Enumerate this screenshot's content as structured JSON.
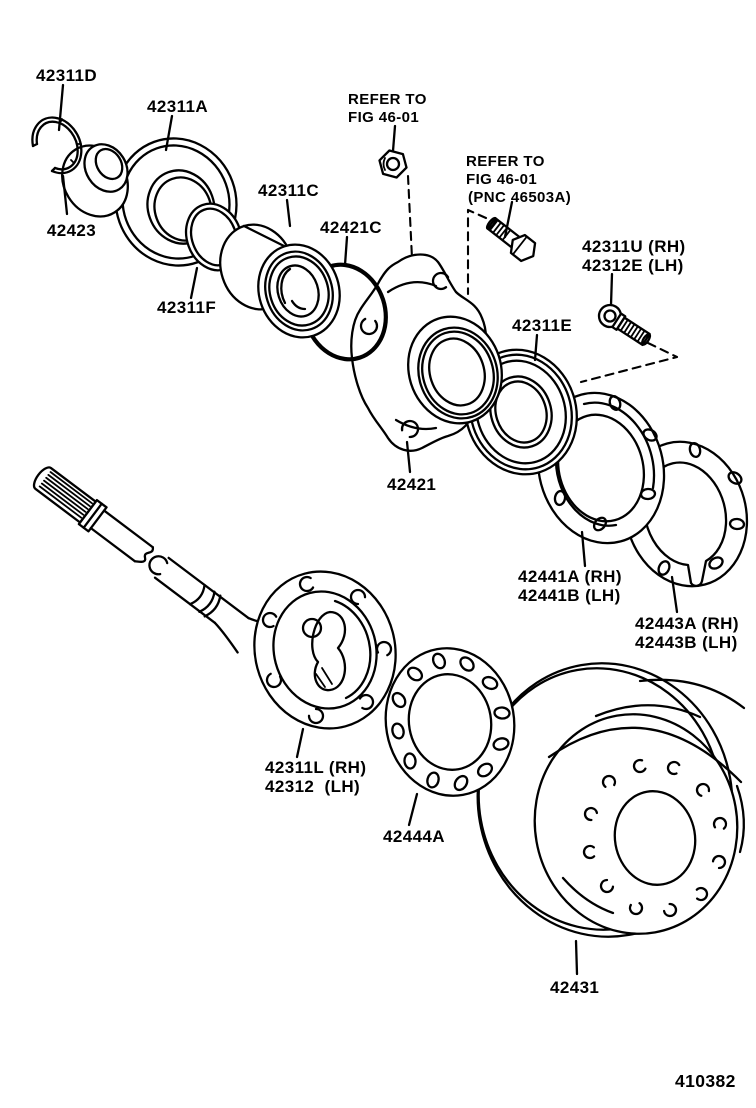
{
  "colors": {
    "highlight_bg": "#8ab4f0",
    "highlight_text": "#16357f",
    "line": "#000000",
    "background": "#ffffff"
  },
  "figure_number": "410382",
  "labels": {
    "snap_ring": "42311D",
    "bearing": "42311A",
    "spacer": "42423",
    "oring_small": "42311F",
    "bearing_inner": "42311C",
    "oring_large": "42421C",
    "refer_top_1": "REFER TO",
    "refer_top_2": "FIG 46-01",
    "refer_right_1": "REFER TO",
    "refer_right_2": "FIG 46-01",
    "refer_right_3": "(PNC 46503A)",
    "stud_rh": "42311U (RH)",
    "stud_lh": "42312E (LH)",
    "seal": "42311E",
    "carrier": "42421",
    "retainer_rh": "42441A (RH)",
    "retainer_lh": "42441B (LH)",
    "gasket_rh": "42443A (RH)",
    "gasket_lh": "42443B (LH)",
    "shaft_rh": "42311L (RH)",
    "shaft_lh": "42312  (LH)",
    "disc": "42444A",
    "drum": "42431"
  }
}
